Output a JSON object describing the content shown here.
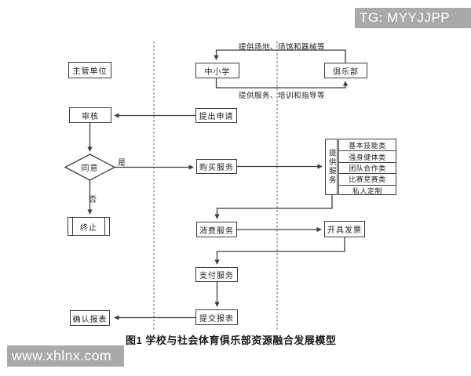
{
  "watermarks": {
    "top_right": "TG: MYYJJPP",
    "bottom_left": "www.xhlnx.com"
  },
  "caption": "图1 学校与社会体育俱乐部资源融合发展模型",
  "nodes": {
    "supervisor": "主管单位",
    "school": "中小学",
    "club": "俱乐部",
    "review": "审核",
    "apply": "提出申请",
    "decision": "同意",
    "purchase": "购买服务",
    "provide": "提供服务",
    "terminate": "终止",
    "consume": "消费服务",
    "invoice": "开具发票",
    "pay": "支付服务",
    "submit_report": "提交报表",
    "confirm_report": "确认报表"
  },
  "service_items": [
    "基本技能类",
    "强身健体类",
    "团队合作类",
    "比赛竞赛类",
    "私人定制"
  ],
  "edge_labels": {
    "school_club_top": "提供场地、场馆和器械等",
    "school_club_bottom": "提供服务、培训和指导等",
    "yes": "是",
    "no": "否"
  },
  "colors": {
    "line": "#3c3c3c",
    "watermark_bg": "#a9a9a9",
    "watermark_text": "#ffffff",
    "background": "#ffffff"
  }
}
